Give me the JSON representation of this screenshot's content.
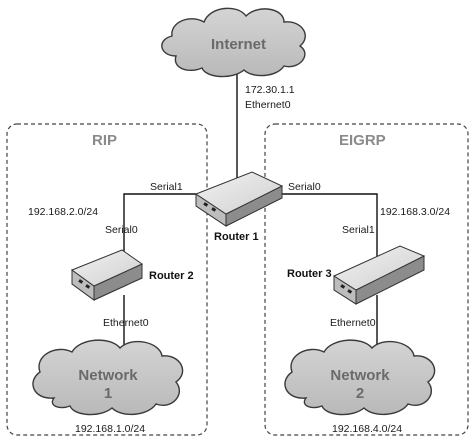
{
  "domains": {
    "rip": {
      "title": "RIP"
    },
    "eigrp": {
      "title": "EIGRP"
    }
  },
  "clouds": {
    "internet": {
      "label": "Internet"
    },
    "network1": {
      "line1": "Network",
      "line2": "1"
    },
    "network2": {
      "line1": "Network",
      "line2": "2"
    }
  },
  "routers": {
    "router1": {
      "label": "Router 1"
    },
    "router2": {
      "label": "Router 2"
    },
    "router3": {
      "label": "Router 3"
    }
  },
  "interfaces": {
    "r1_to_internet_ip": "172.30.1.1",
    "r1_to_internet_if": "Ethernet0",
    "r1_serial1": "Serial1",
    "r1_serial0": "Serial0",
    "r2_serial0": "Serial0",
    "r2_ethernet0": "Ethernet0",
    "r3_serial1": "Serial1",
    "r3_ethernet0": "Ethernet0"
  },
  "subnets": {
    "rip_link": "192.168.2.0/24",
    "eigrp_link": "192.168.3.0/24",
    "network1": "192.168.1.0/24",
    "network2": "192.168.4.0/24"
  }
}
